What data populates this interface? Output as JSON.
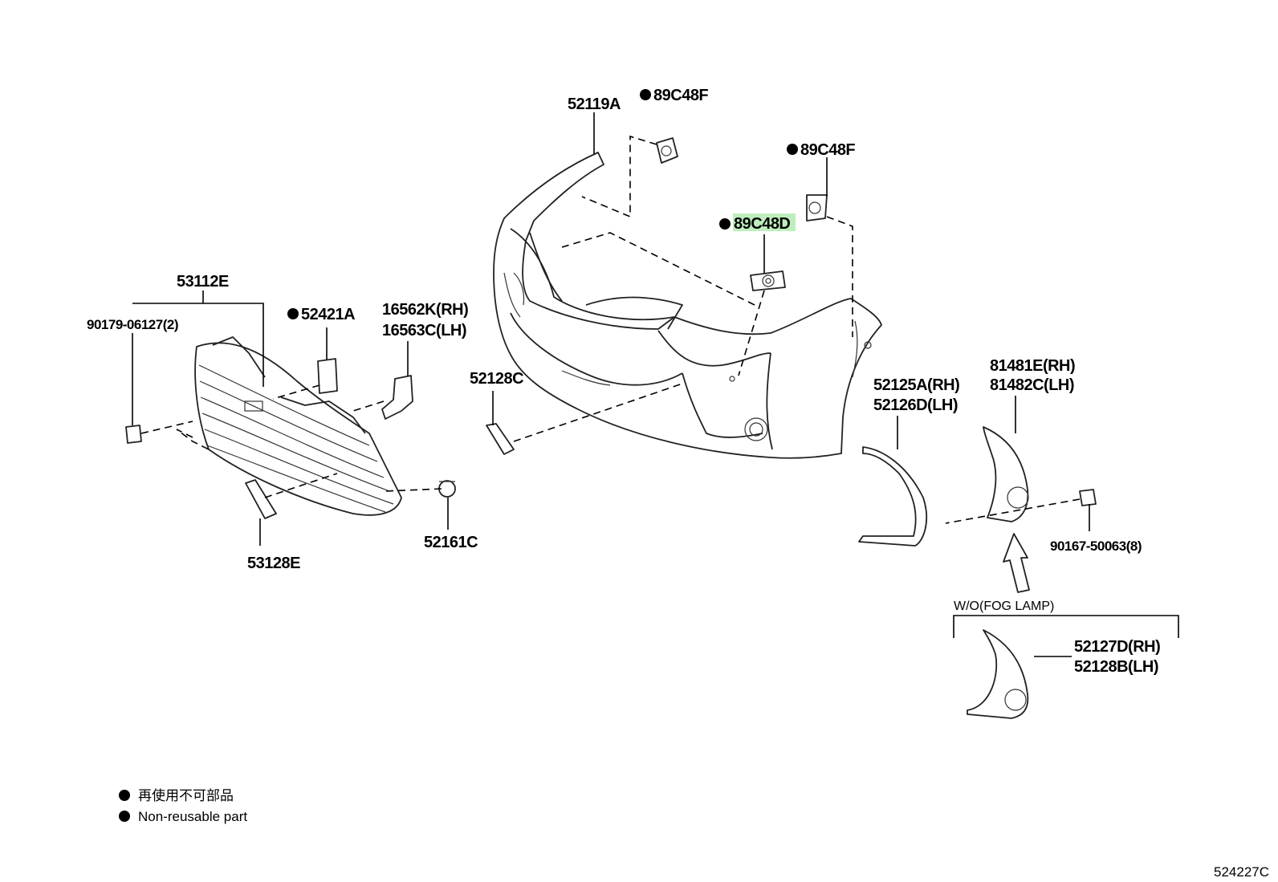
{
  "diagram_code": "524227C",
  "legend": {
    "japanese": "再使用不可部品",
    "english": "Non-reusable part"
  },
  "parts": {
    "p52119A": "52119A",
    "p89C48F_a": "89C48F",
    "p89C48F_b": "89C48F",
    "p89C48D": "89C48D",
    "p53112E": "53112E",
    "p90179": "90179-06127(2)",
    "p52421A": "52421A",
    "p16562K": "16562K(RH)",
    "p16563C": "16563C(LH)",
    "p52128C": "52128C",
    "p53128E": "53128E",
    "p52161C": "52161C",
    "p52125A": "52125A(RH)",
    "p52126D": "52126D(LH)",
    "p81481E": "81481E(RH)",
    "p81482C": "81482C(LH)",
    "p90167": "90167-50063(8)",
    "wo_fog": "W/O(FOG LAMP)",
    "p52127D": "52127D(RH)",
    "p52128B": "52128B(LH)"
  },
  "colors": {
    "highlight": "#bfeebd",
    "line": "#000000"
  }
}
